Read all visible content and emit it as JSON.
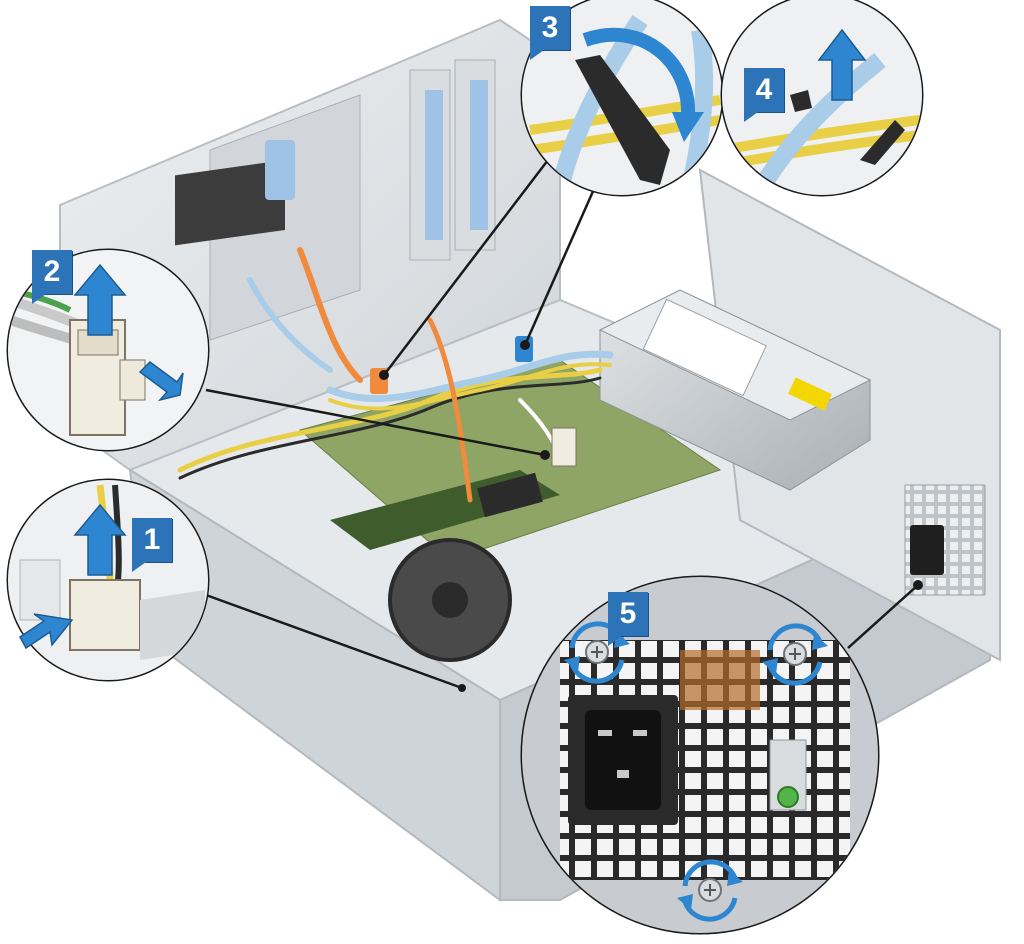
{
  "steps": [
    {
      "label": "1"
    },
    {
      "label": "2"
    },
    {
      "label": "3"
    },
    {
      "label": "4"
    },
    {
      "label": "5"
    }
  ],
  "colors": {
    "accent_blue": "#2d73b8",
    "arrow_blue": "#2f86d0",
    "chassis_grey": "#d9dde0",
    "cable_blue": "#a9cde9",
    "cable_yellow": "#e8cf45",
    "cable_orange": "#f08a3c",
    "board_green": "#8fa566",
    "psu_silver": "#c9cdd0",
    "callout_border": "#1a1a1a"
  },
  "icons": [
    "up-arrow-icon",
    "push-arrow-icon",
    "rotate-arrow-icon",
    "screw-icon"
  ]
}
